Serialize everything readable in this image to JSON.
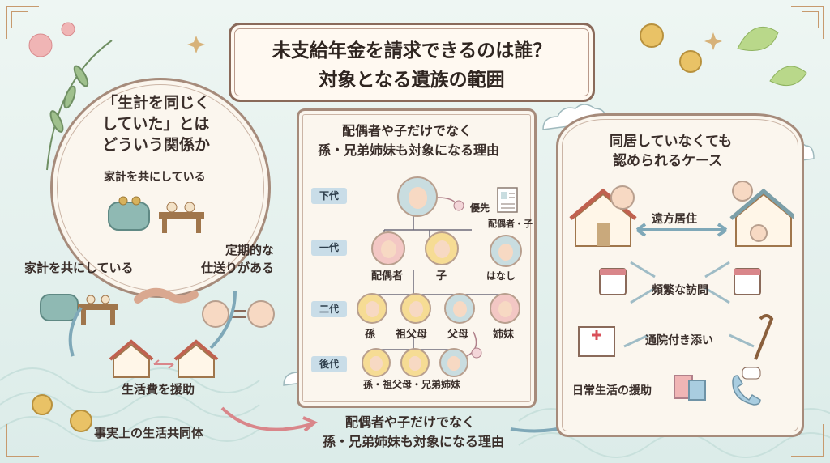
{
  "title": {
    "line1": "未支給年金を請求できるのは誰？",
    "line2": "対象となる遺族の範囲"
  },
  "left": {
    "circle_heading": [
      "「生計を同じく",
      "していた」とは",
      "どういう関係か"
    ],
    "circle_caption": "家計を共にしている",
    "shared_household": "家計を共にしている",
    "regular_remittance": [
      "定期的な",
      "仕送りがある"
    ],
    "living_support": "生活費を援助",
    "de_facto": "事実上の生活共同体"
  },
  "middle": {
    "heading": [
      "配偶者や子だけでなく",
      "孫・兄弟姉妹も対象になる理由"
    ],
    "generations": [
      "下代",
      "一代",
      "二代",
      "後代"
    ],
    "priority": "優先",
    "doc_label": "配偶者・子",
    "labels": {
      "spouse": "配偶者",
      "child": "子",
      "hanashi": "はなし",
      "grandchild": "孫",
      "grandparents": "祖父母",
      "parents": "父母",
      "siblings": "姉妹",
      "bottom": "孫・祖父母・兄弟姉妹"
    }
  },
  "bottom_caption": [
    "配偶者や子だけでなく",
    "孫・兄弟姉妹も対象になる理由"
  ],
  "right": {
    "heading": [
      "同居していなくても",
      "認められるケース"
    ],
    "far_residence": "遠方居住",
    "frequent_visits": "頻繁な訪問",
    "hospital_escort": "通院付き添い",
    "daily_support": "日常生活の援助"
  },
  "colors": {
    "background": "#e8f3f1",
    "panel": "#fbf6ee",
    "frame": "#a68b7b",
    "arrow_blue": "#7fa8b8",
    "arrow_pink": "#d9868a"
  }
}
